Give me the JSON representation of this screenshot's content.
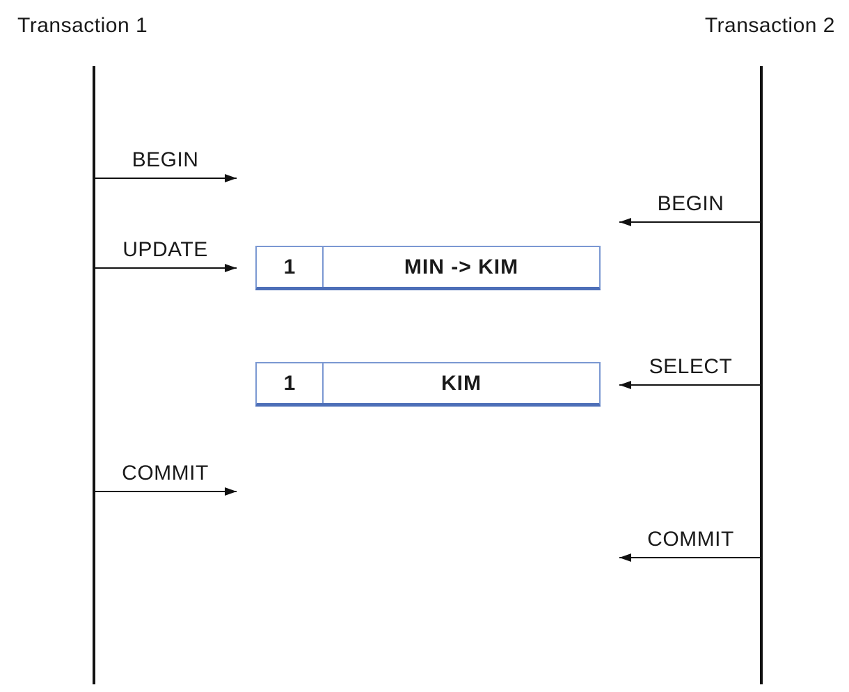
{
  "colors": {
    "line": "#111111",
    "text": "#1a1a1a",
    "box_border": "#7b98d2",
    "box_border_bottom": "#4d6fb8"
  },
  "transactions": [
    {
      "title": "Transaction 1",
      "side": "left",
      "operations": [
        {
          "label": "BEGIN"
        },
        {
          "label": "UPDATE"
        },
        {
          "label": "COMMIT"
        }
      ]
    },
    {
      "title": "Transaction 2",
      "side": "right",
      "operations": [
        {
          "label": "BEGIN"
        },
        {
          "label": "SELECT"
        },
        {
          "label": "COMMIT"
        }
      ]
    }
  ],
  "records": [
    {
      "id": "1",
      "value": "MIN -> KIM"
    },
    {
      "id": "1",
      "value": "KIM"
    }
  ]
}
